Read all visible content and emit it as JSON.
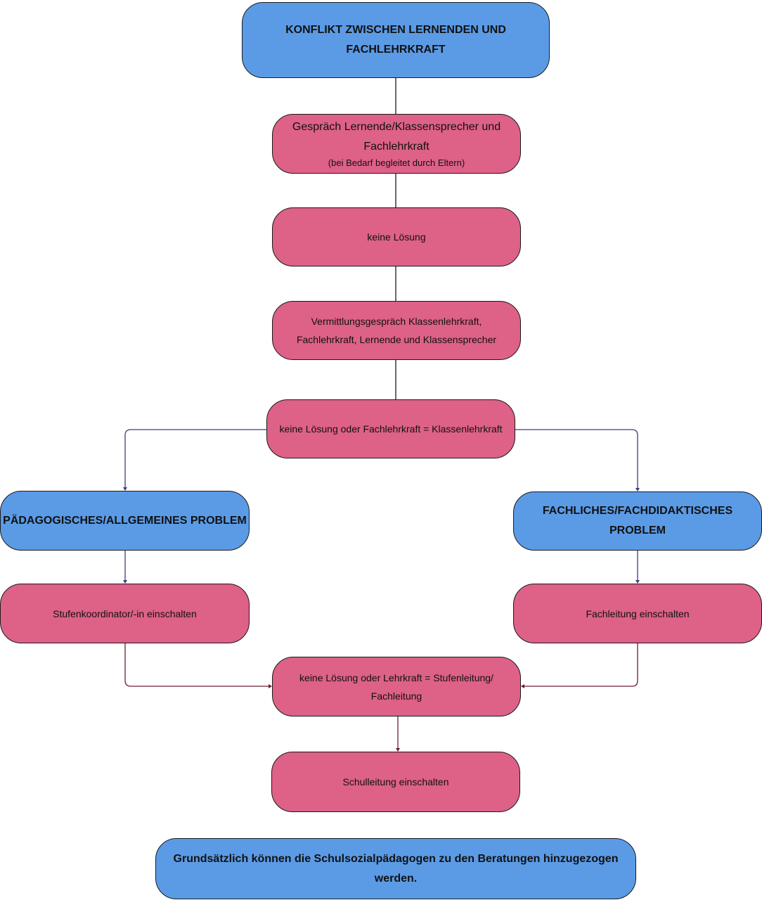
{
  "colors": {
    "blue_box": "#5b9be6",
    "pink_box": "#de6187",
    "connector": "#1a1a1a",
    "arrow_blue": "#3a3f7a",
    "arrow_red": "#6e1f2e"
  },
  "flowchart": {
    "top": {
      "line1": "KONFLIKT ZWISCHEN LERNENDEN UND",
      "line2": "FACHLEHRKRAFT"
    },
    "talk": {
      "line1": "Gespräch Lernende/Klassensprecher und",
      "line2": "Fachlehrkraft",
      "note": "(bei Bedarf begleitet durch Eltern)"
    },
    "no_solution": {
      "label": "keine Lösung"
    },
    "mediation": {
      "line1": "Vermittlungsgespräch Klassenlehrkraft,",
      "line2": "Fachlehrkraft, Lernende und Klassensprecher"
    },
    "branch": {
      "label": "keine Lösung oder Fachlehrkraft = Klassenlehrkraft"
    },
    "left_problem": {
      "label": "PÄDAGOGISCHES/ALLGEMEINES PROBLEM"
    },
    "right_problem": {
      "line1": "FACHLICHES/FACHDIDAKTISCHES",
      "line2": "PROBLEM"
    },
    "left_action": {
      "label": "Stufenkoordinator/-in einschalten"
    },
    "right_action": {
      "label": "Fachleitung einschalten"
    },
    "merge": {
      "line1": "keine Lösung oder Lehrkraft = Stufenleitung/",
      "line2": "Fachleitung"
    },
    "school_lead": {
      "label": "Schulleitung einschalten"
    },
    "footer": {
      "line1": "Grundsätzlich können die Schulsozialpädagogen zu den Beratungen hinzugezogen",
      "line2": "werden."
    }
  }
}
